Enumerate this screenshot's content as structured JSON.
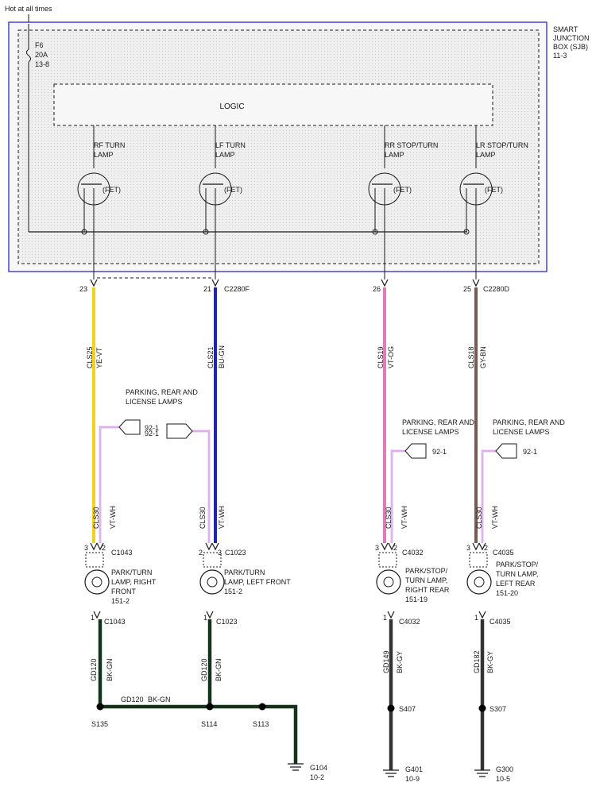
{
  "header": {
    "hot_label": "Hot at all times"
  },
  "sjb": {
    "title_lines": [
      "SMART",
      "JUNCTION",
      "BOX (SJB)",
      "11-3"
    ],
    "fuse_lines": [
      "F6",
      "20A",
      "13-8"
    ],
    "logic_label": "LOGIC",
    "fet_label": "(FET)",
    "outputs": [
      {
        "label_lines": [
          "RF TURN",
          "LAMP"
        ]
      },
      {
        "label_lines": [
          "LF TURN",
          "LAMP"
        ]
      },
      {
        "label_lines": [
          "RR STOP/TURN",
          "LAMP"
        ]
      },
      {
        "label_lines": [
          "LR STOP/TURN",
          "LAMP"
        ]
      }
    ]
  },
  "colors": {
    "sjb_border": "#2a2acc",
    "ye_vt": "#f2d21b",
    "bu_gn": "#1c22c4",
    "vt_og": "#e37ab8",
    "gy_bn": "#7a5a52",
    "vt_wh": "#c77fe0",
    "bk_gn": "#15331a",
    "bk_gy": "#333333"
  },
  "circuits": [
    {
      "pin": "23",
      "connector": "",
      "circuit": "CLS25",
      "color": "YE-VT"
    },
    {
      "pin": "21",
      "connector": "C2280F",
      "circuit": "CLS21",
      "color": "BU-GN"
    },
    {
      "pin": "26",
      "connector": "",
      "circuit": "CLS19",
      "color": "VT-OG"
    },
    {
      "pin": "25",
      "connector": "C2280D",
      "circuit": "CLS18",
      "color": "GY-BN"
    }
  ],
  "park_feed": {
    "label_lines": [
      "PARKING, REAR AND",
      "LICENSE LAMPS"
    ],
    "ref": "92-1",
    "circuit": "CLS30",
    "color": "VT-WH"
  },
  "lamps": [
    {
      "conn": "C1043",
      "pin_a": "3",
      "pin_b": "2",
      "gnd_pin": "1",
      "gnd_conn": "C1043",
      "name_lines": [
        "PARK/TURN",
        "LAMP, RIGHT",
        "FRONT",
        "151-2"
      ]
    },
    {
      "conn": "C1023",
      "pin_a": "2",
      "pin_b": "3",
      "gnd_pin": "1",
      "gnd_conn": "C1023",
      "name_lines": [
        "PARK/TURN",
        "LAMP, LEFT FRONT",
        "151-2"
      ]
    },
    {
      "conn": "C4032",
      "pin_a": "3",
      "pin_b": "2",
      "gnd_pin": "1",
      "gnd_conn": "C4032",
      "name_lines": [
        "PARK/STOP/",
        "TURN LAMP,",
        "RIGHT REAR",
        "151-19"
      ]
    },
    {
      "conn": "C4035",
      "pin_a": "3",
      "pin_b": "2",
      "gnd_pin": "1",
      "gnd_conn": "C4035",
      "name_lines": [
        "PARK/STOP/",
        "TURN LAMP,",
        "LEFT REAR",
        "151-20"
      ]
    }
  ],
  "grounds": {
    "wires": [
      {
        "circuit": "GD120",
        "color": "BK-GN"
      },
      {
        "circuit": "GD120",
        "color": "BK-GN"
      },
      {
        "circuit": "GD149",
        "color": "BK-GY"
      },
      {
        "circuit": "GD182",
        "color": "BK-GY"
      }
    ],
    "bus_circuit": "GD120",
    "bus_color": "BK-GN",
    "splices": [
      "S135",
      "S114",
      "S113",
      "S407",
      "S307"
    ],
    "points": [
      {
        "name": "G104",
        "ref": "10-2"
      },
      {
        "name": "G401",
        "ref": "10-9"
      },
      {
        "name": "G300",
        "ref": "10-5"
      }
    ]
  }
}
